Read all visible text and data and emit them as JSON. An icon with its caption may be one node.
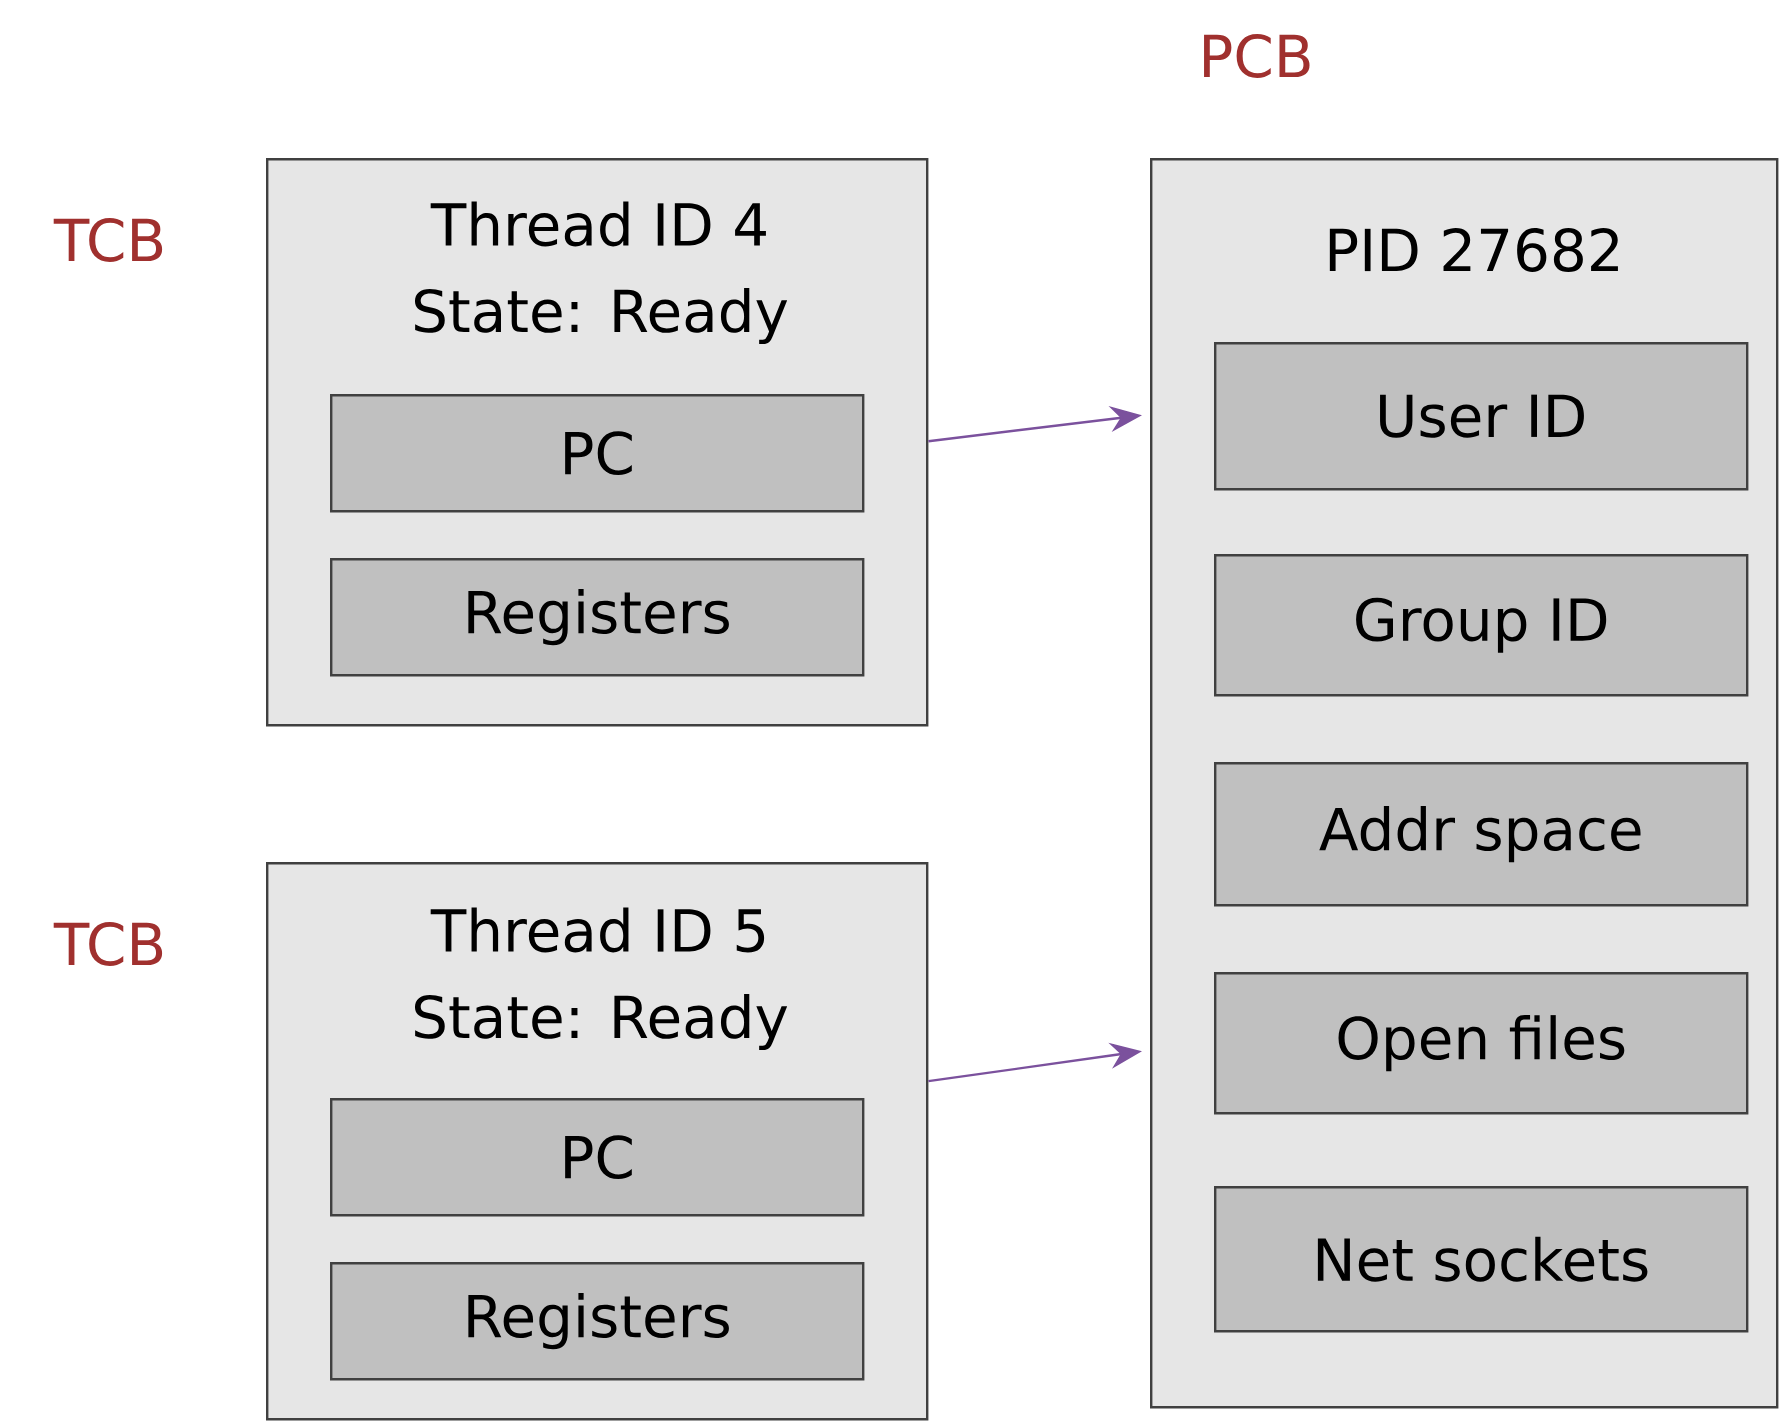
{
  "diagram": {
    "nodes": [
      {
        "text": [
          "Thread ID 4",
          "State: Ready"
        ],
        "beside": [
          "TCB"
        ]
      },
      {
        "text": [
          "PC"
        ],
        "in": 0
      },
      {
        "text": [
          "Registers"
        ],
        "in": 0
      },
      {
        "text": [
          "Thread ID 5",
          "State: Ready"
        ],
        "beside": [
          "TCB"
        ]
      },
      {
        "text": [
          "PC"
        ],
        "in": 3
      },
      {
        "text": [
          "Registers"
        ],
        "in": 3
      },
      {
        "text": [
          "PCB",
          "PID 27682"
        ]
      },
      {
        "text": [
          "User ID"
        ],
        "in": 6
      },
      {
        "text": [
          "Group ID"
        ],
        "in": 6
      },
      {
        "text": [
          "Addr space"
        ],
        "in": 6
      },
      {
        "text": [
          "Open files"
        ],
        "in": 6
      },
      {
        "text": [
          "Net sockets"
        ],
        "in": 6
      }
    ],
    "edges": [
      {
        "from": 0,
        "to": 6,
        "arrow": "to"
      },
      {
        "from": 3,
        "to": 6,
        "arrow": "to"
      }
    ]
  }
}
